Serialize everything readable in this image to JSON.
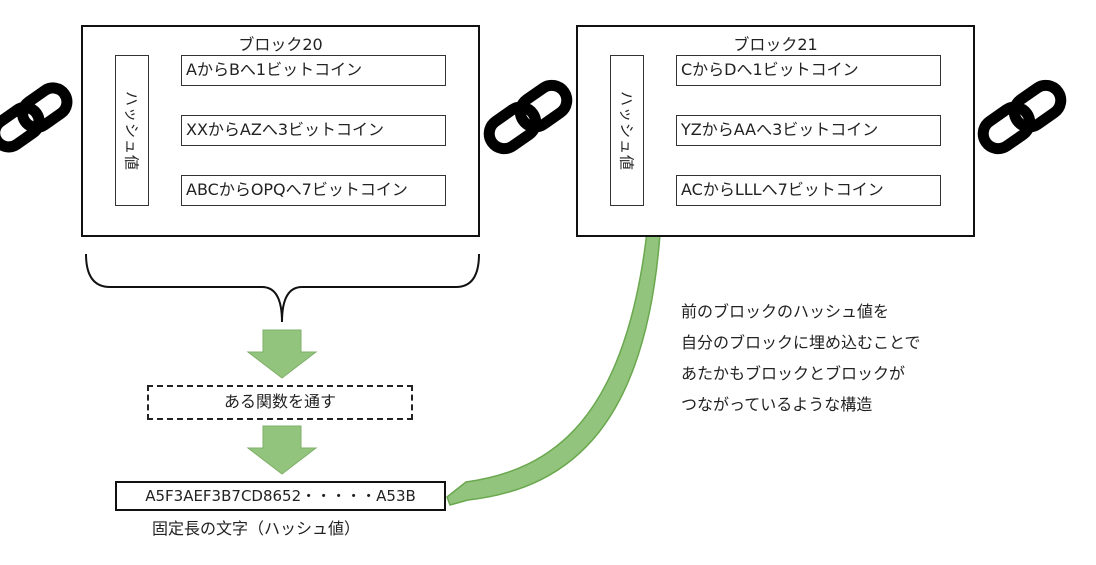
{
  "blocks": [
    {
      "title": "ブロック20",
      "hash_label": "ハッシュ値",
      "transactions": [
        "AからBへ1ビットコイン",
        "XXからAZへ3ビットコイン",
        "ABCからOPQへ7ビットコイン"
      ]
    },
    {
      "title": "ブロック21",
      "hash_label": "ハッシュ値",
      "transactions": [
        "CからDへ1ビットコイン",
        "YZからAAへ3ビットコイン",
        "ACからLLLへ7ビットコイン"
      ]
    }
  ],
  "process": {
    "label": "ある関数を通す"
  },
  "hash_result": {
    "value": "A5F3AEF3B7CD8652・・・・・A53B",
    "caption": "固定長の文字（ハッシュ値）"
  },
  "note": {
    "lines": [
      "前のブロックのハッシュ値を",
      "自分のブロックに埋め込むことで",
      "あたかもブロックとブロックが",
      "つながっているような構造"
    ]
  },
  "icons": {
    "chain": "chain-link-icon",
    "arrow_down": "arrow-down-icon",
    "curved_arrow": "curved-arrow-icon"
  },
  "colors": {
    "arrow_fill": "#93c47d",
    "arrow_stroke": "#6aa84f",
    "chain": "#000000"
  }
}
